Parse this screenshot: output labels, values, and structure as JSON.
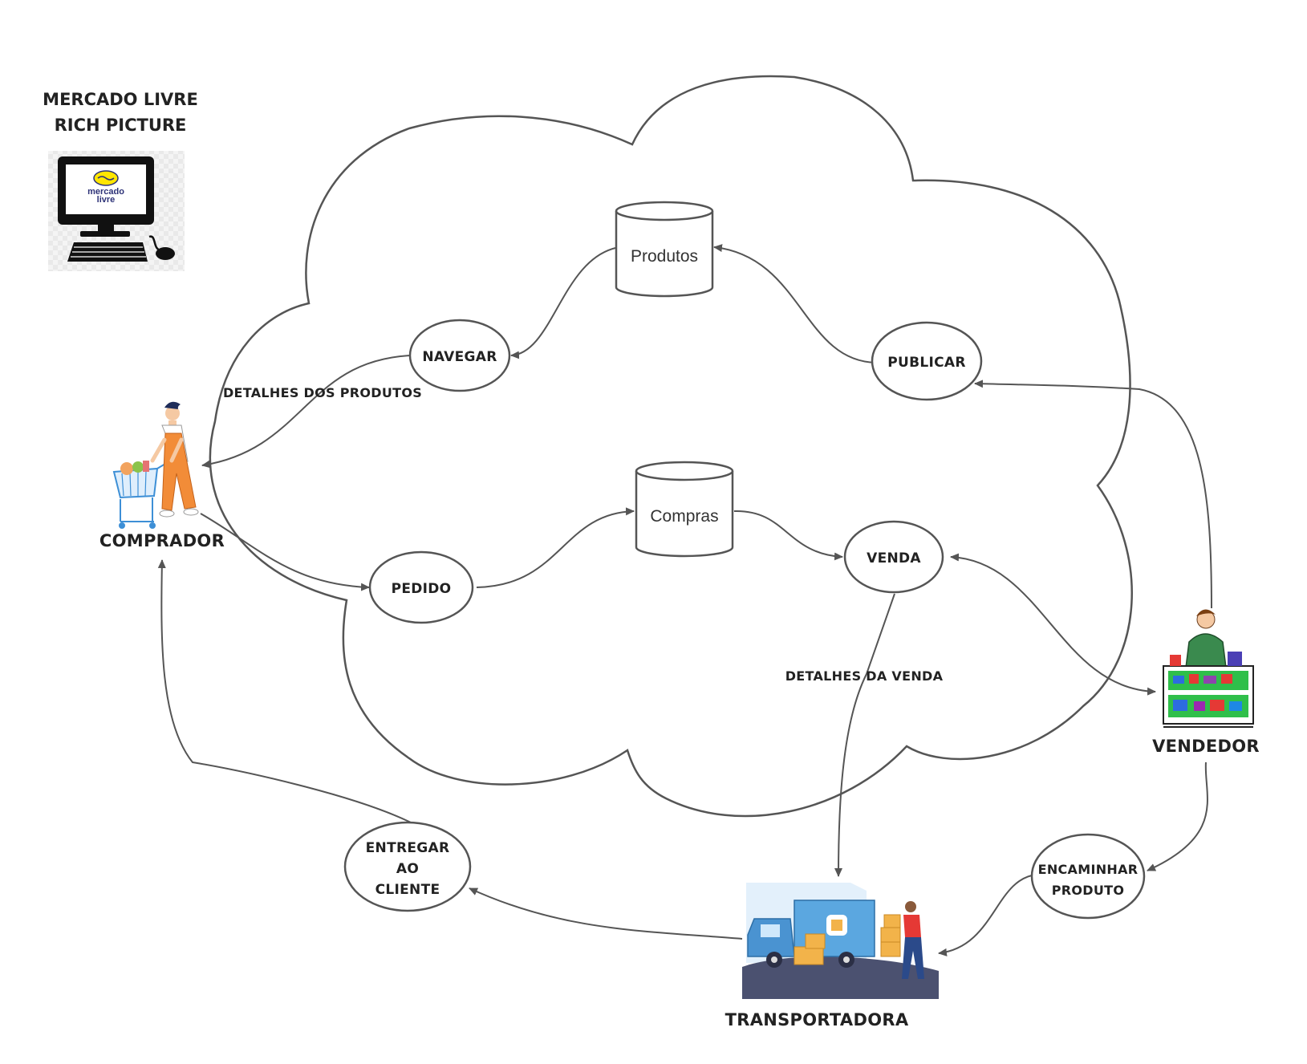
{
  "title": {
    "line1": "MERCADO LIVRE",
    "line2": "RICH PICTURE"
  },
  "logo": {
    "text_line1": "mercado",
    "text_line2": "livre",
    "brand_color": "#ffe600",
    "brand_text_color": "#2d3277"
  },
  "processes": {
    "navegar": "NAVEGAR",
    "publicar": "PUBLICAR",
    "pedido": "PEDIDO",
    "venda": "VENDA",
    "entregar": [
      "ENTREGAR",
      "AO",
      "CLIENTE"
    ],
    "encaminhar": [
      "ENCAMINHAR",
      "PRODUTO"
    ]
  },
  "datastores": {
    "produtos": "Produtos",
    "compras": "Compras"
  },
  "actors": {
    "comprador": "COMPRADOR",
    "vendedor": "VENDEDOR",
    "transportadora": "TRANSPORTADORA"
  },
  "flow_labels": {
    "detalhes_produtos": "DETALHES DOS PRODUTOS",
    "detalhes_venda": "DETALHES DA VENDA"
  },
  "colors": {
    "line": "#555555",
    "cloud": "#555555",
    "truck_blue": "#5ba7e0",
    "box_orange": "#f2b34a",
    "road": "#4b5170"
  }
}
